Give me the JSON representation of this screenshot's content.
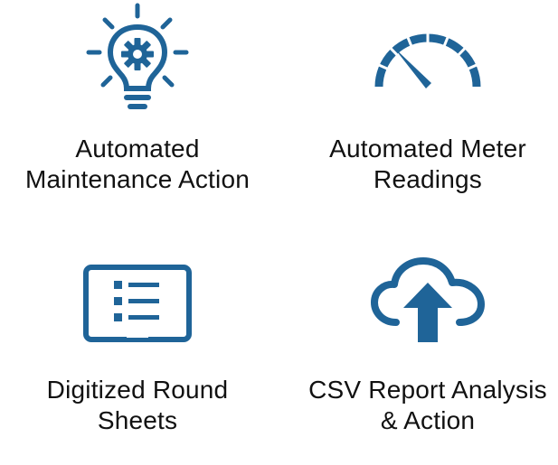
{
  "colors": {
    "icon": "#1f6498",
    "text": "#111111",
    "background": "#ffffff"
  },
  "features": [
    {
      "icon": "lightbulb-gear-icon",
      "label_line1": "Automated",
      "label_line2": "Maintenance Action"
    },
    {
      "icon": "speedometer-gauge-icon",
      "label_line1": "Automated Meter",
      "label_line2": "Readings"
    },
    {
      "icon": "tablet-checklist-icon",
      "label_line1": "Digitized Round",
      "label_line2": "Sheets"
    },
    {
      "icon": "cloud-upload-icon",
      "label_line1": "CSV Report Analysis",
      "label_line2": "& Action"
    }
  ]
}
